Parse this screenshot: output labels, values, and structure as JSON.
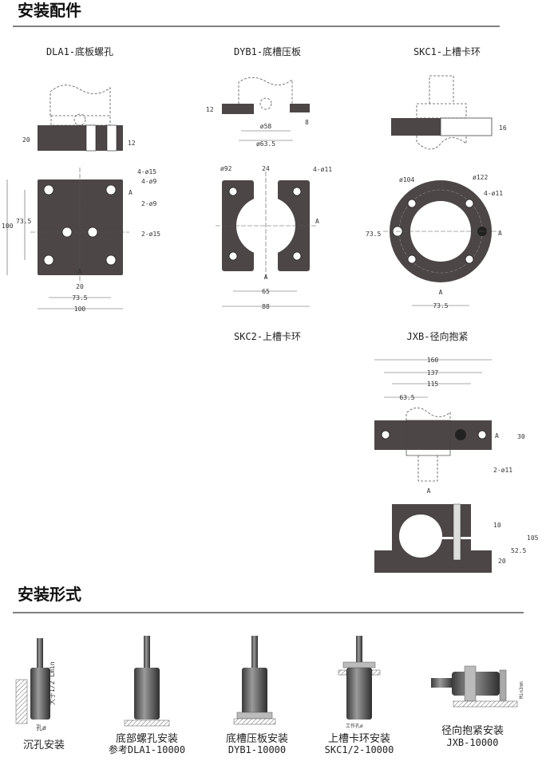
{
  "sections": {
    "accessories_title": "安装配件",
    "mounting_title": "安装形式"
  },
  "colors": {
    "part_fill": "#4d4646",
    "line": "#555555"
  },
  "parts": {
    "dla1": {
      "title": "DLA1-底板螺孔",
      "dims": {
        "h20": "20",
        "h12": "12",
        "hole1": "4-ø15",
        "hole2": "4-ø9",
        "hole3": "2-ø9",
        "hole4": "2-ø15",
        "a1": "A",
        "a2": "A",
        "w100v": "100",
        "w735v": "73.5",
        "w20": "20",
        "w735": "73.5",
        "w100": "100"
      }
    },
    "dyb1": {
      "title": "DYB1-底槽压板",
      "dims": {
        "h12": "12",
        "h8": "8",
        "d58": "ø58",
        "d635": "ø63.5",
        "d92": "ø92",
        "w24": "24",
        "holes": "4-ø11",
        "a1": "A",
        "a2": "A",
        "w65": "65",
        "w88": "88"
      }
    },
    "skc1": {
      "title": "SKC1-上槽卡环",
      "dims": {
        "h16": "16",
        "d104": "ø104",
        "d122": "ø122",
        "holes": "4-ø11",
        "v735": "73.5",
        "a1": "A",
        "a2": "A",
        "w735": "73.5"
      }
    },
    "skc2": {
      "title": "SKC2-上槽卡环"
    },
    "jxb": {
      "title": "JXB-径向抱紧",
      "dims": {
        "w160": "160",
        "w137": "137",
        "w115": "115",
        "w635": "63.5",
        "h30": "30",
        "a1": "A",
        "a2": "A",
        "holes": "2-ø11",
        "g10": "10",
        "h105": "105",
        "h525": "52.5",
        "h20": "20"
      }
    }
  },
  "mounting": [
    {
      "label": "沉孔安装",
      "note1": "大于1/2 Lmin",
      "note2": "孔ø"
    },
    {
      "label": "底部螺孔安装",
      "sub": "参考DLA1-10000"
    },
    {
      "label": "底槽压板安装",
      "sub": "DYB1-10000"
    },
    {
      "label": "上槽卡环安装",
      "sub": "SKC1/2-10000",
      "note": "工作孔ø"
    },
    {
      "label": "径向抱紧安装",
      "sub": "JXB-10000",
      "note": "Min3mm"
    }
  ]
}
